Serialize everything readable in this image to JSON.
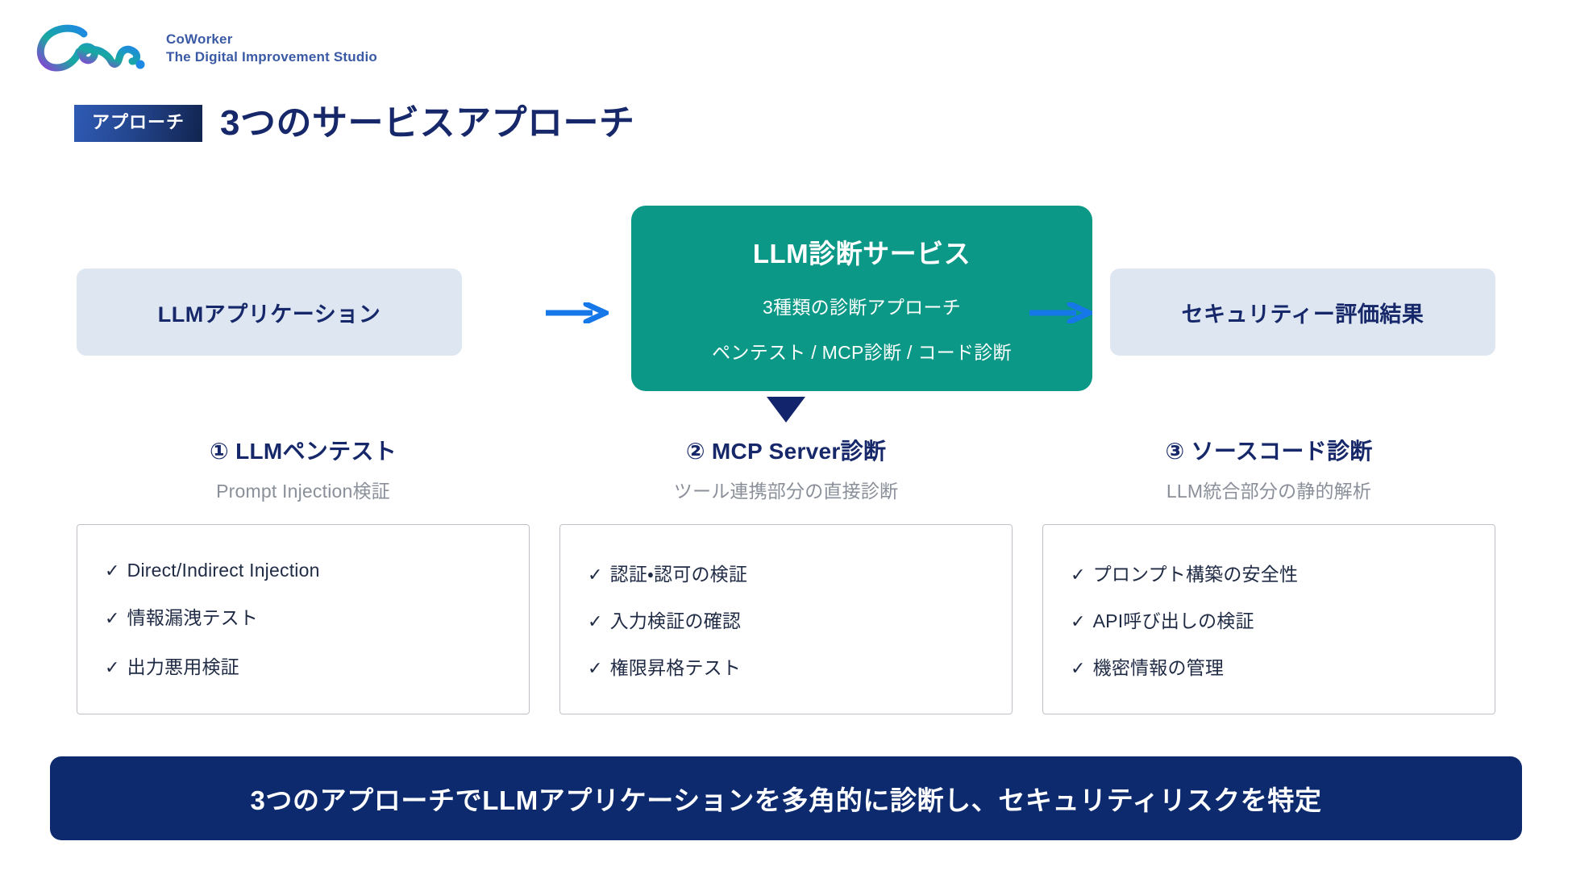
{
  "brand": {
    "logo_icon": "coworker-script-logo",
    "line1": "CoWorker",
    "line2": "The Digital Improvement Studio",
    "logo_gradient_start": "#8B3FD6",
    "logo_gradient_mid": "#18A9A0",
    "logo_gradient_end": "#1E88E5",
    "text_color": "#3B5AA6"
  },
  "header": {
    "badge_label": "アプローチ",
    "badge_gradient_start": "#2F5BB5",
    "badge_gradient_end": "#11244F",
    "title": "3つのサービスアプローチ",
    "title_color": "#16286A"
  },
  "flow": {
    "input_label": "LLMアプリケーション",
    "output_label": "セキュリティー評価結果",
    "pill_bg": "#DDE6F1",
    "arrow_color": "#1677E8",
    "arrow_1_icon": "arrow-right-icon",
    "arrow_2_icon": "arrow-right-icon",
    "down_arrow_icon": "triangle-down-icon",
    "down_arrow_color": "#12246B",
    "hero": {
      "title": "LLM診断サービス",
      "subtitle": "3種類の診断アプローチ",
      "detail": "ペンテスト / MCP診断 / コード診断",
      "bg_color": "#0C9887",
      "text_color": "#FFFFFF"
    }
  },
  "columns": [
    {
      "title": "① LLMペンテスト",
      "subtitle": "Prompt Injection検証",
      "items": [
        "Direct/Indirect Injection",
        "情報漏洩テスト",
        "出力悪用検証"
      ],
      "check_icon": "check-icon"
    },
    {
      "title": "② MCP Server診断",
      "subtitle": "ツール連携部分の直接診断",
      "items": [
        "認証・認可の検証",
        "入力検証の確認",
        "権限昇格テスト"
      ],
      "check_icon": "check-icon"
    },
    {
      "title": "③ ソースコード診断",
      "subtitle": "LLM統合部分の静的解析",
      "items": [
        "プロンプト構築の安全性",
        "API呼び出しの検証",
        "機密情報の管理"
      ],
      "check_icon": "check-icon"
    }
  ],
  "banner": {
    "text": "3つのアプローチでLLMアプリケーションを多角的に診断し、セキュリティリスクを特定",
    "bg_color": "#0E2A6E",
    "text_color": "#FFFFFF"
  },
  "glyphs": {
    "check": "✓"
  }
}
